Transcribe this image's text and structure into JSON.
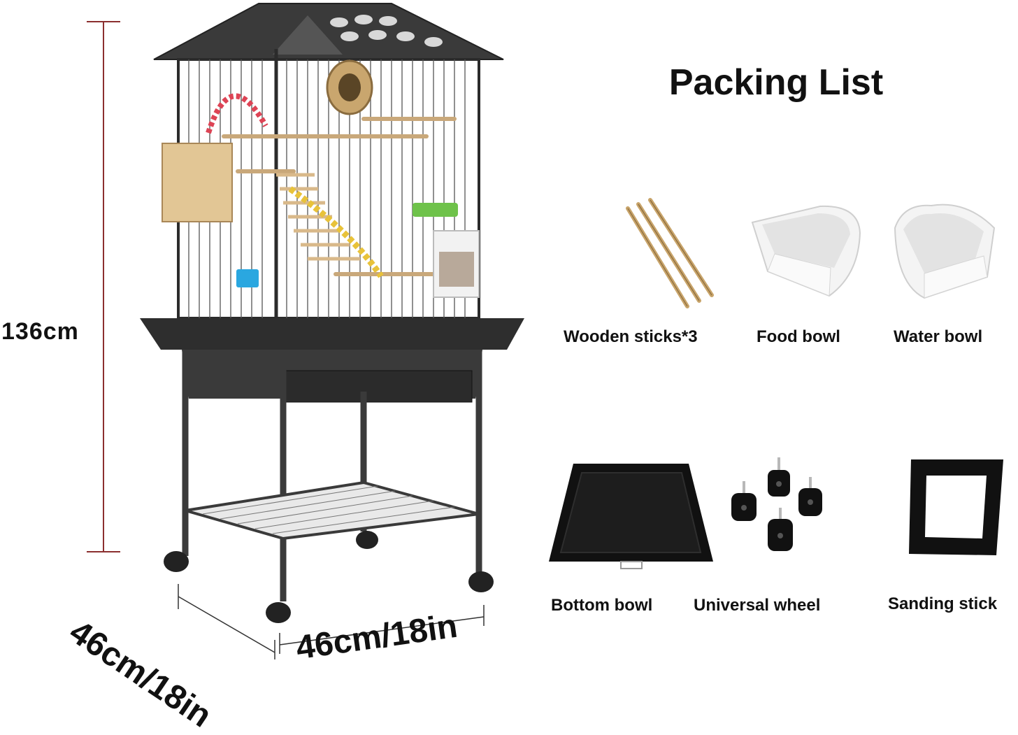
{
  "title": "Packing List",
  "dimensions": {
    "height": "136cm",
    "depth": "46cm/18in",
    "width": "46cm/18in"
  },
  "items": [
    {
      "label": "Wooden sticks*3",
      "icon": "wooden-sticks-icon"
    },
    {
      "label": "Food bowl",
      "icon": "food-bowl-icon"
    },
    {
      "label": "Water bowl",
      "icon": "water-bowl-icon"
    },
    {
      "label": "Bottom bowl",
      "icon": "bottom-bowl-icon"
    },
    {
      "label": "Universal wheel",
      "icon": "universal-wheel-icon"
    },
    {
      "label": "Sanding stick",
      "icon": "sanding-stick-icon"
    }
  ],
  "colors": {
    "cage": "#2b2b2b",
    "dimension_line": "#8b2f2f",
    "wood": "#d9b98a"
  }
}
